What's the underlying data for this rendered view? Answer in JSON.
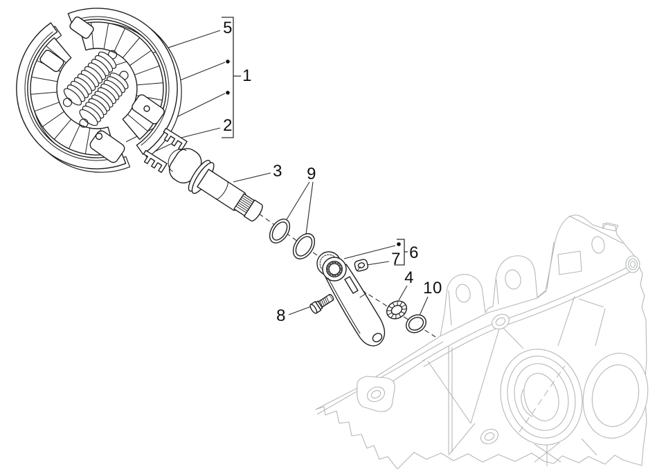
{
  "palette": {
    "canvas": "#ffffff",
    "foreground_line": "#1e1e1e",
    "background_line": "#b3b8b6",
    "leader_line": "#2b2b2b",
    "label_color": "#0e0e0e"
  },
  "callouts": [
    {
      "label": "5"
    },
    {
      "label": "1"
    },
    {
      "label": "2"
    },
    {
      "label": "3"
    },
    {
      "label": "9"
    },
    {
      "label": "6"
    },
    {
      "label": "7"
    },
    {
      "label": "4"
    },
    {
      "label": "10"
    },
    {
      "label": "8"
    }
  ]
}
